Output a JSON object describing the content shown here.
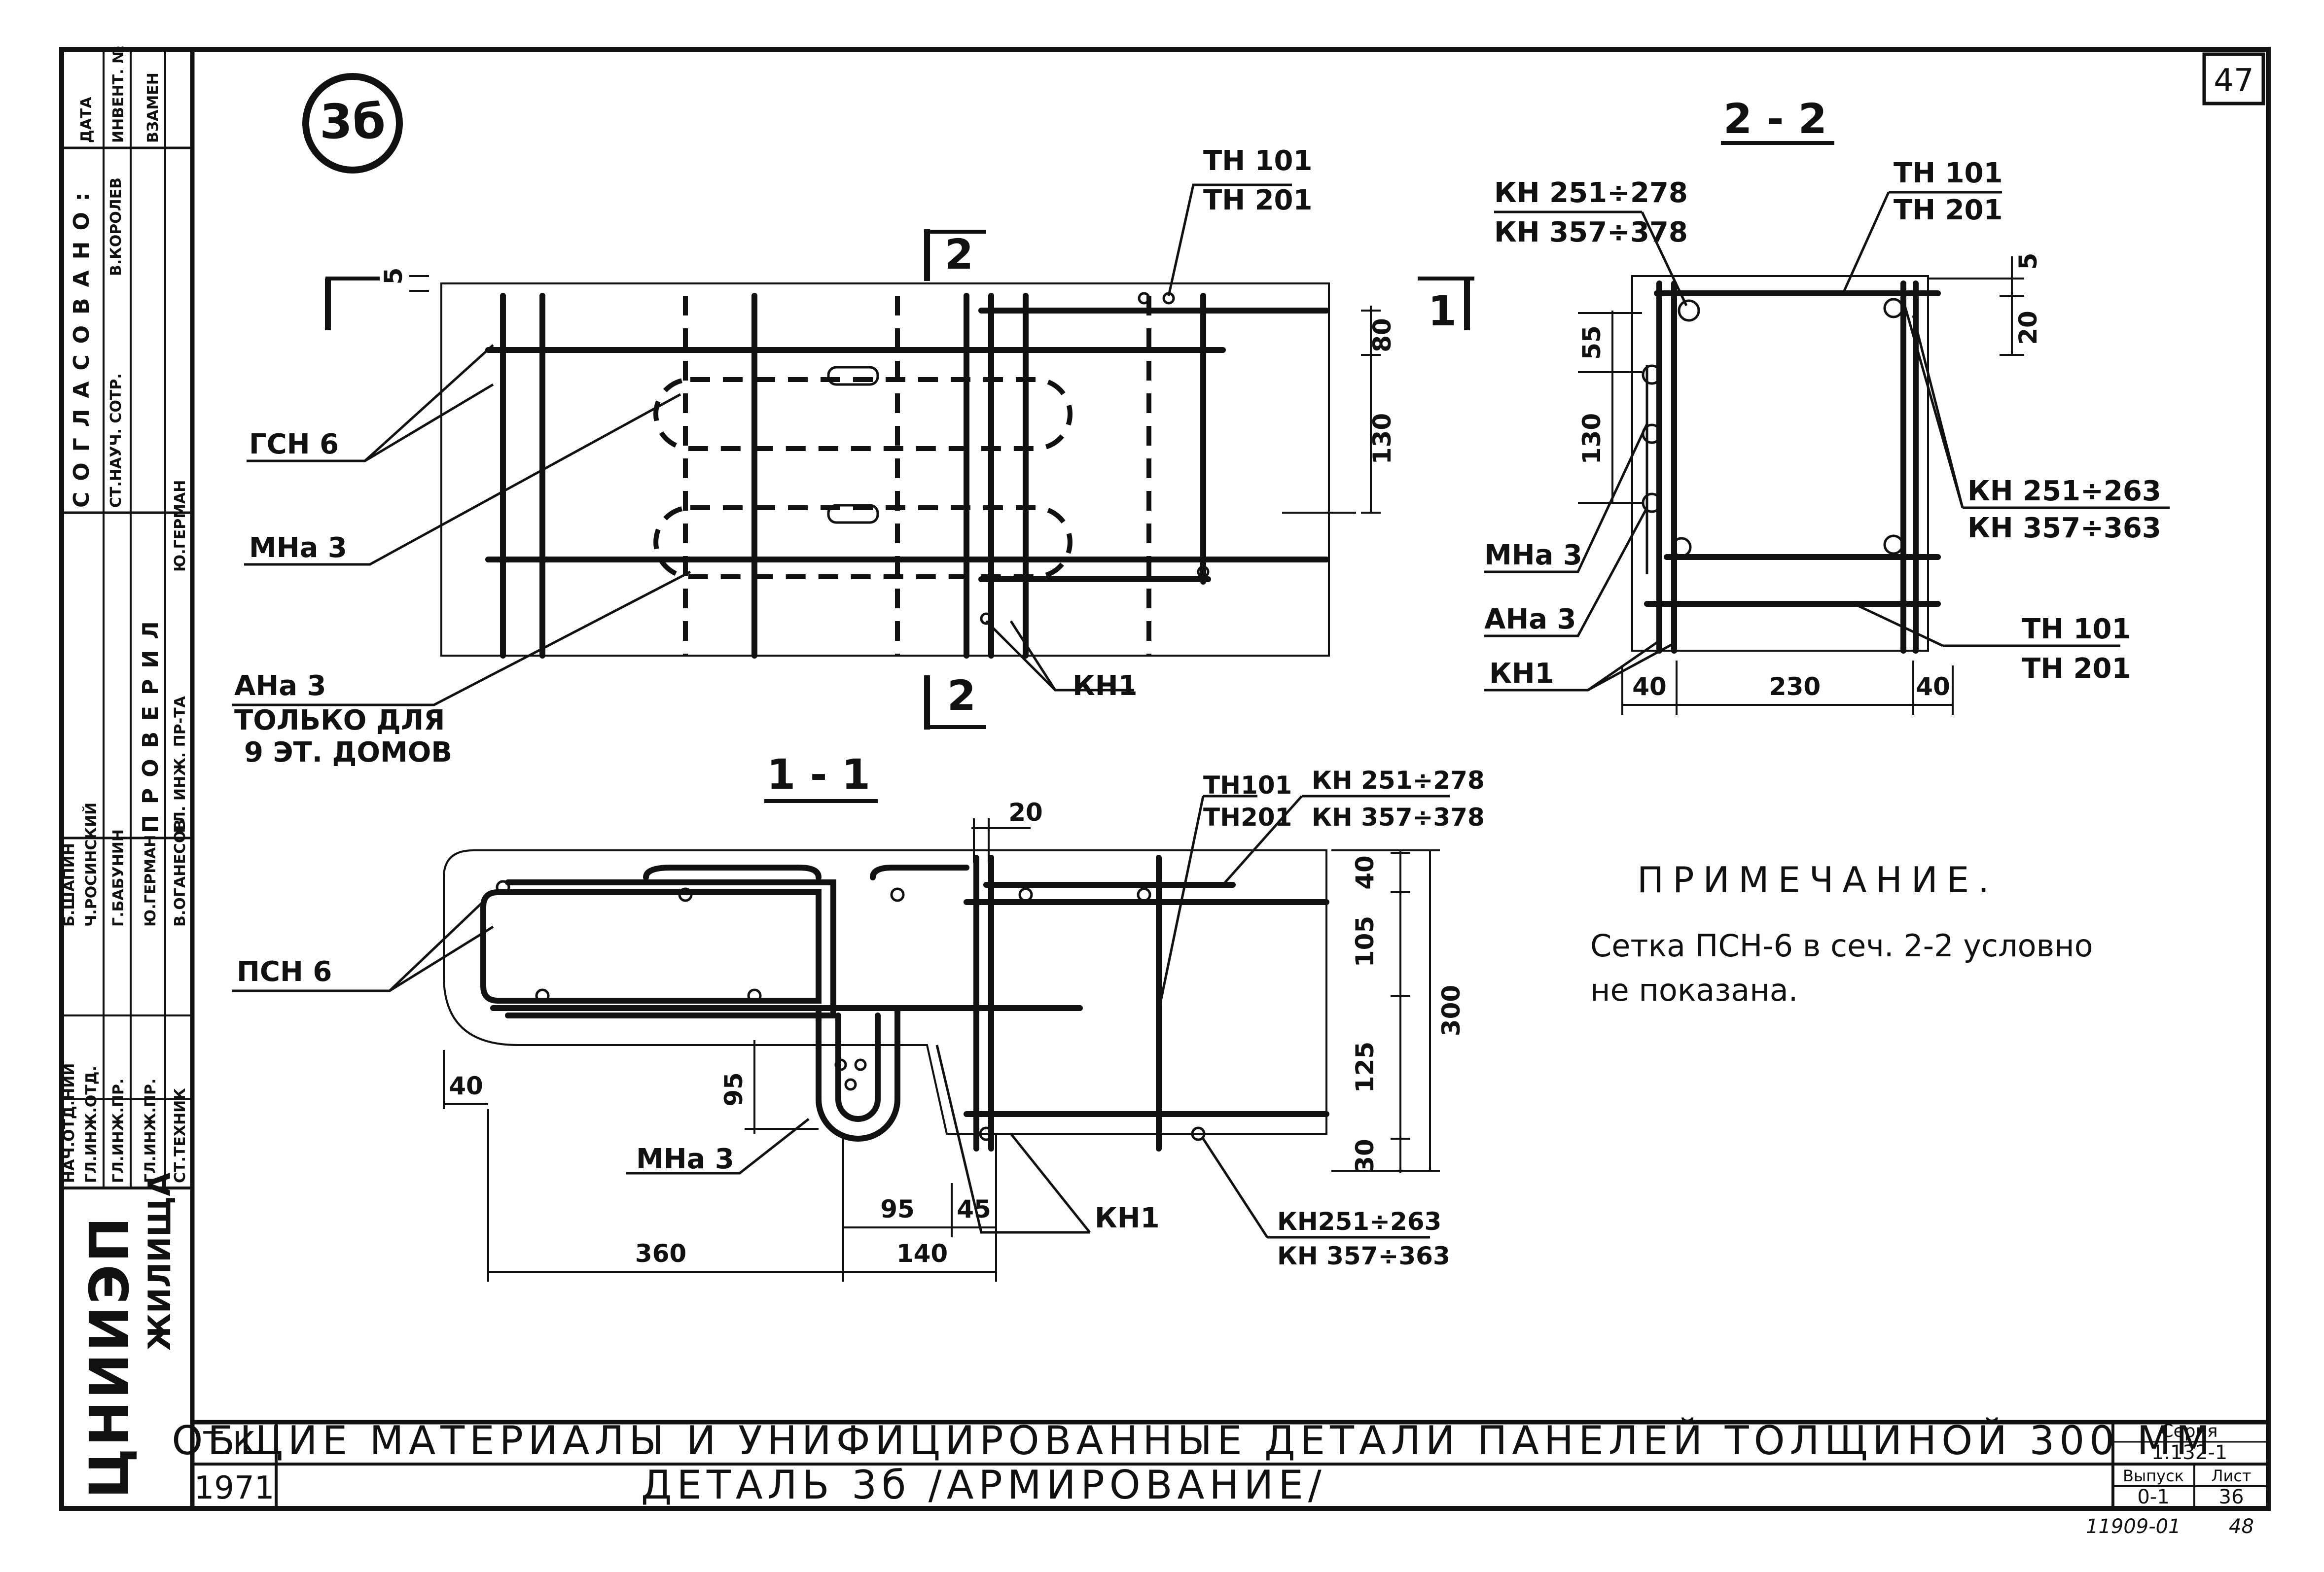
{
  "sheet_number": "47",
  "detail_badge": "3б",
  "section_2_title": "2 - 2",
  "section_1_title": "1 - 1",
  "marks": {
    "cut2_top": "2",
    "cut2_bottom": "2",
    "cut1": "1"
  },
  "plan": {
    "th_top": "ТН 101",
    "th_bottom": "ТН 201",
    "psn": "ГСН 6",
    "mna": "МНа 3",
    "ana": "АНа 3",
    "ana_note_1": "ТОЛЬКО ДЛЯ",
    "ana_note_2": "9 ЭТ. ДОМОВ",
    "kn": "КН1",
    "dim_5": "5",
    "dim_80": "80",
    "dim_130": "130"
  },
  "sec2": {
    "kn_top_1": "КН 251÷278",
    "kn_top_2": "КН 357÷378",
    "th_top_1": "ТН 101",
    "th_top_2": "ТН 201",
    "kn_right_1": "КН 251÷263",
    "kn_right_2": "КН 357÷363",
    "th_bot_1": "ТН 101",
    "th_bot_2": "ТН 201",
    "mna": "МНа 3",
    "ana": "АНа 3",
    "kn": "КН1",
    "dim_5": "5",
    "dim_20": "20",
    "dim_55": "55",
    "dim_130": "130",
    "dim_40a": "40",
    "dim_230": "230",
    "dim_40b": "40"
  },
  "sec1": {
    "th_1": "ТН101",
    "th_2": "ТН201",
    "kn_top_1": "КН 251÷278",
    "kn_top_2": "КН 357÷378",
    "psn": "ПСН 6",
    "mna": "МНа 3",
    "kn": "КН1",
    "kn_bot_1": "КН251÷263",
    "kn_bot_2": "КН 357÷363",
    "dim_20": "20",
    "dim_40t": "40",
    "dim_105": "105",
    "dim_125": "125",
    "dim_30": "30",
    "dim_300": "300",
    "dim_40l": "40",
    "dim_95v": "95",
    "dim_95h": "95",
    "dim_45": "45",
    "dim_360": "360",
    "dim_140": "140"
  },
  "note": {
    "heading": "ПРИМЕЧАНИЕ.",
    "line1": "Сетка ПСН-6 в сеч. 2-2 условно",
    "line2": "не показана."
  },
  "titleblock": {
    "tk": "Т.К.",
    "year": "1971",
    "title": "ОБЩИЕ МАТЕРИАЛЫ И УНИФИЦИРОВАННЫЕ ДЕТАЛИ ПАНЕЛЕЙ ТОЛЩИНОЙ 300 ММ",
    "subtitle": "ДЕТАЛЬ 3б /АРМИРОВАНИЕ/",
    "series_label": "Серия",
    "series_value": "1.132-1",
    "issue_label": "Выпуск",
    "issue_value": "0-1",
    "sheet_label": "Лист",
    "sheet_value": "36",
    "archive_no": "11909-01",
    "archive_page": "48"
  },
  "sidebar": {
    "head_1": "ДАТА",
    "head_2": "ИНВЕНТ. №",
    "head_3": "ВЗАМЕН",
    "agreed": "СОГЛАСОВАНО:",
    "agreed_role": "СТ.НАУЧ. СОТР.",
    "agreed_name": "В.КОРОЛЕВ",
    "checked": "ПРОВЕРИЛ",
    "checked_role": "ГЛ. ИНЖ. ПР-ТА",
    "checked_name": "Ю.ГЕРМАН",
    "roles": [
      "НАЧ.ОТД.НИИ",
      "ГЛ.ИНЖ.ОТД.",
      "ГЛ.ИНЖ.ПР.",
      "ГЛ.ИНЖ.ПР.",
      "СТ.ТЕХНИК"
    ],
    "names": [
      "Б.ШАПИН",
      "Ч.РОСИНСКИЙ",
      "Г.БАБУНИН",
      "Ю.ГЕРМАН",
      "В.ОГАНЕСОВ"
    ],
    "org_logo": "ЦНИИЭП",
    "org": "ЖИЛИЩА"
  }
}
